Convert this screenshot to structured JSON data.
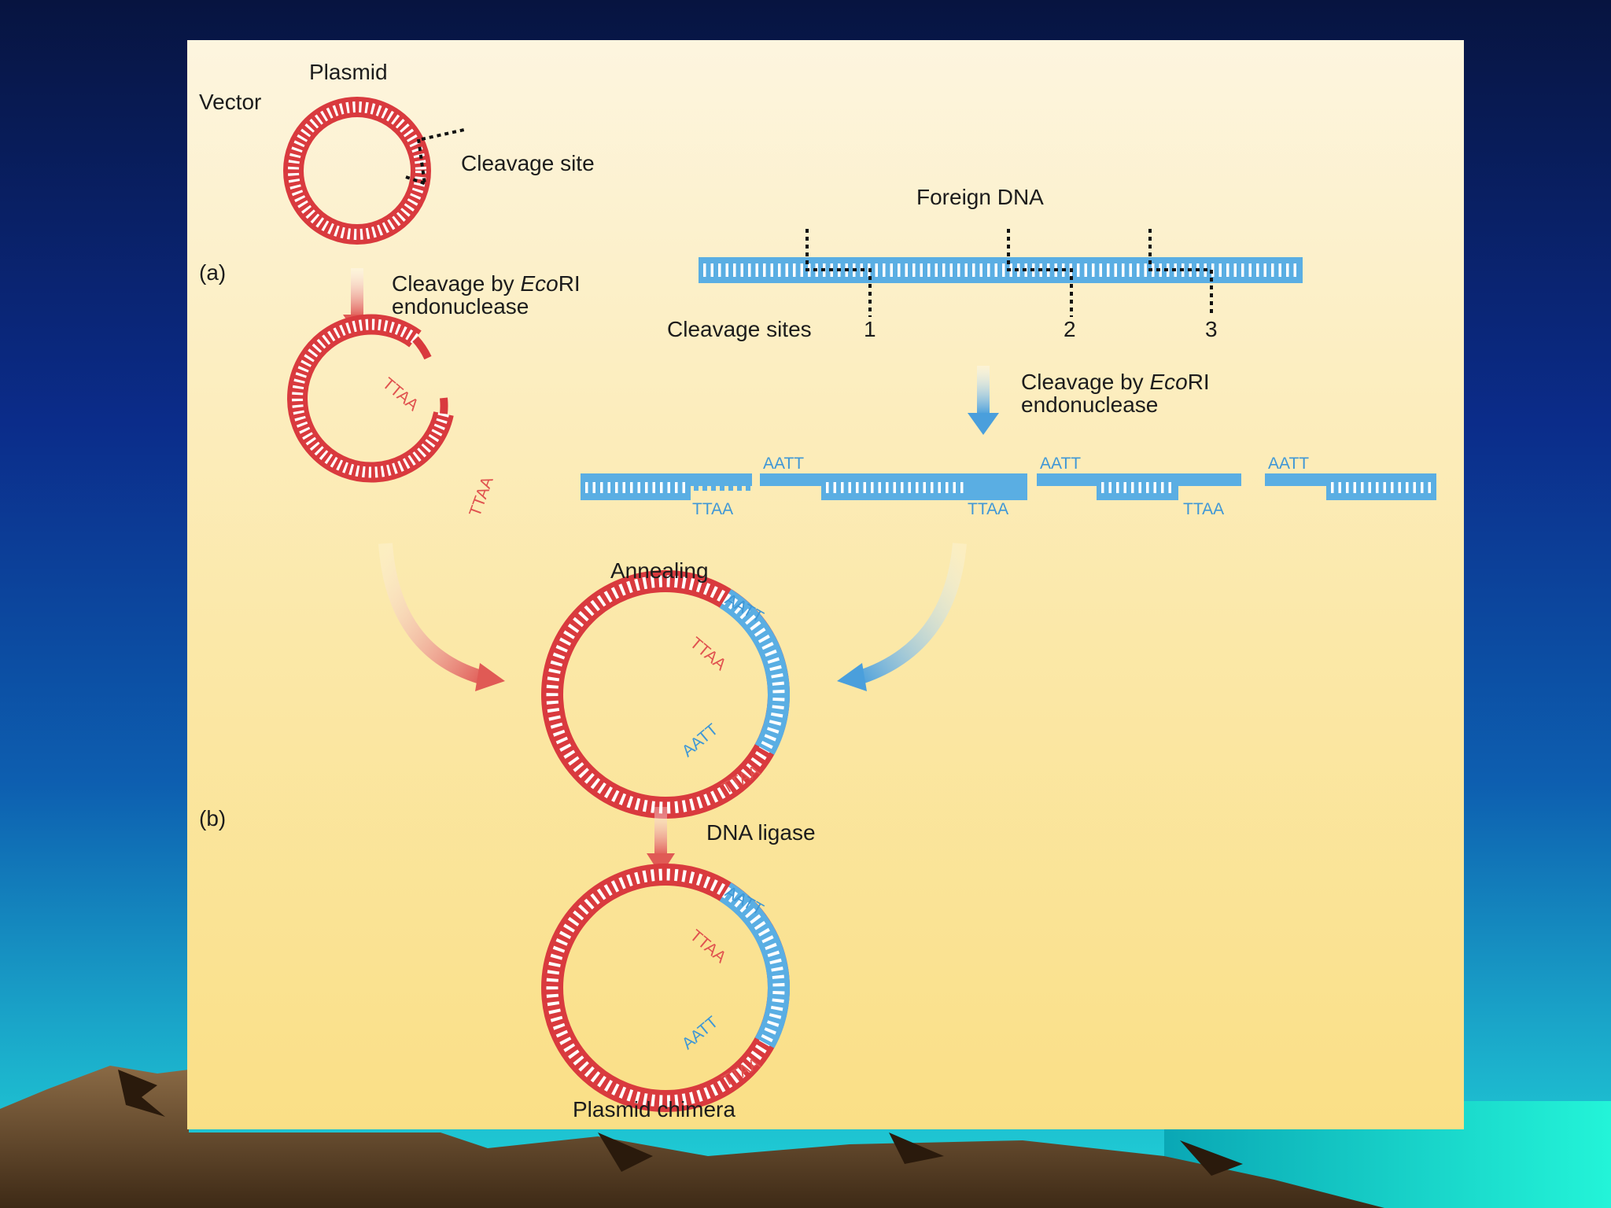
{
  "labels": {
    "plasmid": "Plasmid",
    "vector": "Vector",
    "cleavage_site": "Cleavage site",
    "part_a": "(a)",
    "part_b": "(b)",
    "cleavage_prefix": "Cleavage by ",
    "enzyme_italic": "Eco",
    "enzyme_suffix": "RI",
    "endonuclease": "endonuclease",
    "foreign_dna": "Foreign DNA",
    "cleavage_sites": "Cleavage sites",
    "site_1": "1",
    "site_2": "2",
    "site_3": "3",
    "annealing": "Annealing",
    "dna_ligase": "DNA ligase",
    "plasmid_chimera": "Plasmid chimera"
  },
  "bases": {
    "aatt": "AATT",
    "ttaa": "TTAA",
    "a": "A",
    "t": "T"
  },
  "colors": {
    "plasmid_red": "#d93a3e",
    "foreign_blue": "#5aaee3",
    "arrow_red": "#e05a55",
    "arrow_blue": "#4a9fdc",
    "cut_line": "#111111"
  }
}
